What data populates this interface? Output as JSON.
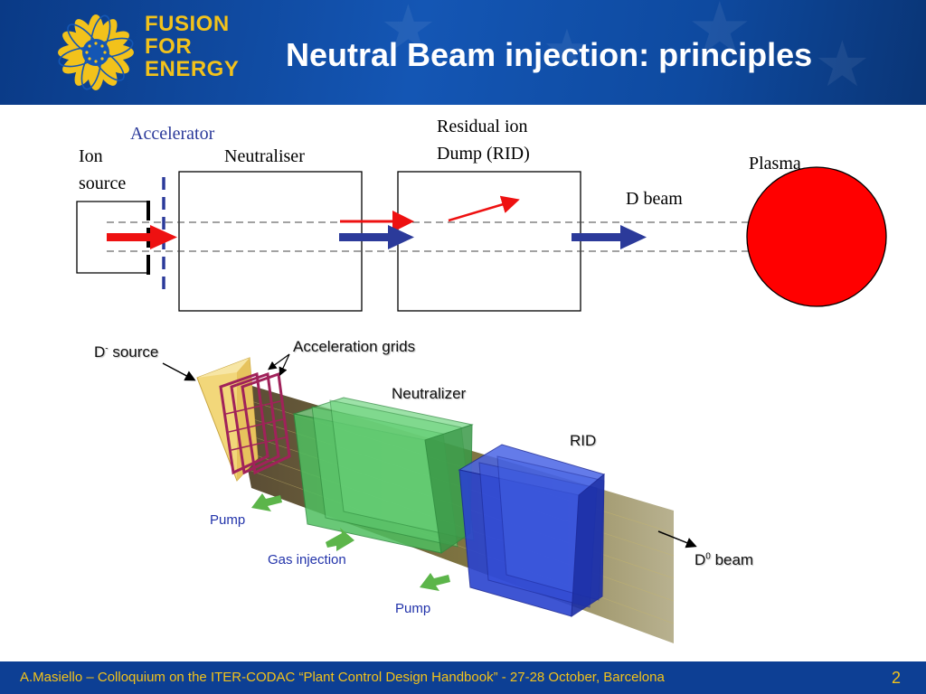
{
  "header": {
    "logo": {
      "line1": "FUSION",
      "line2": "FOR",
      "line3": "ENERGY",
      "color": "#f2c21b"
    },
    "title": "Neutral Beam injection: principles"
  },
  "schematic": {
    "accelerator_label": "Accelerator",
    "ion_source_line1": "Ion",
    "ion_source_line2": "source",
    "neutraliser_label": "Neutraliser",
    "rid_line1": "Residual ion",
    "rid_line2": "Dump (RID)",
    "plasma_label": "Plasma",
    "d_beam_label": "D beam",
    "colors": {
      "ion_beam": "#ee1111",
      "neutral_beam": "#2b3a9a",
      "accelerator": "#2b3a9a",
      "plasma": "#ff0000"
    }
  },
  "illustration": {
    "d_source_label": "D",
    "d_source_sup": "-",
    "d_source_suffix": " source",
    "acceleration_grids_label": "Acceleration grids",
    "neutralizer_label": "Neutralizer",
    "rid_label": "RID",
    "pump_label_1": "Pump",
    "gas_injection_label": "Gas injection",
    "pump_label_2": "Pump",
    "d0_beam_label": "D",
    "d0_beam_sup": "0",
    "d0_beam_suffix": " beam"
  },
  "footer": {
    "text": "A.Masiello – Colloquium on the ITER-CODAC “Plant Control Design Handbook” - 27-28 October, Barcelona",
    "page_number": "2"
  }
}
